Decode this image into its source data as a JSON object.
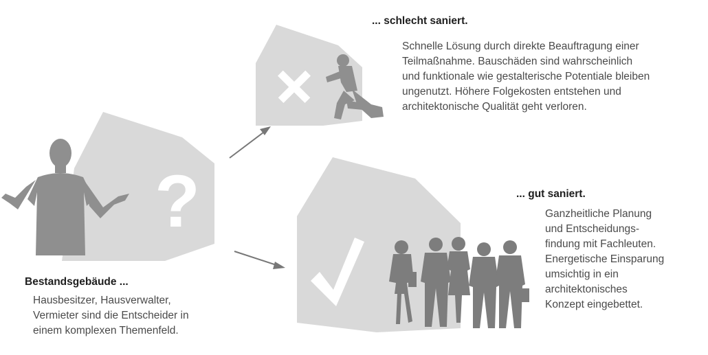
{
  "existing": {
    "heading": "Bestandsgebäude ...",
    "lines": [
      "Hausbesitzer, Hausverwalter,",
      "Vermieter sind die Entscheider in",
      "einem komplexen Themenfeld."
    ],
    "mark": "?"
  },
  "bad": {
    "heading": "... schlecht saniert.",
    "lines": [
      "Schnelle Lösung durch direkte Beauftragung einer",
      "Teilmaßnahme. Bauschäden sind wahrscheinlich",
      "und funktionale wie gestalterische Potentiale bleiben",
      "ungenutzt. Höhere Folgekosten entstehen und",
      "architektonische Qualität geht verloren."
    ]
  },
  "good": {
    "heading": "... gut saniert.",
    "lines": [
      "Ganzheitliche Planung",
      "und Entscheidungs-",
      "findung mit Fachleuten.",
      "Energetische Einsparung",
      "umsichtig in ein",
      "architektonisches",
      "Konzept eingebettet."
    ]
  },
  "colors": {
    "house_fill": "#d9d9d9",
    "silhouette": "#8f8f8f",
    "arrow": "#777777",
    "heading_text": "#1e1e1e",
    "body_text": "#4a4a4a"
  },
  "icons": {
    "existing_mark": "question-mark-icon",
    "bad_mark": "cross-icon",
    "good_mark": "checkmark-icon"
  }
}
